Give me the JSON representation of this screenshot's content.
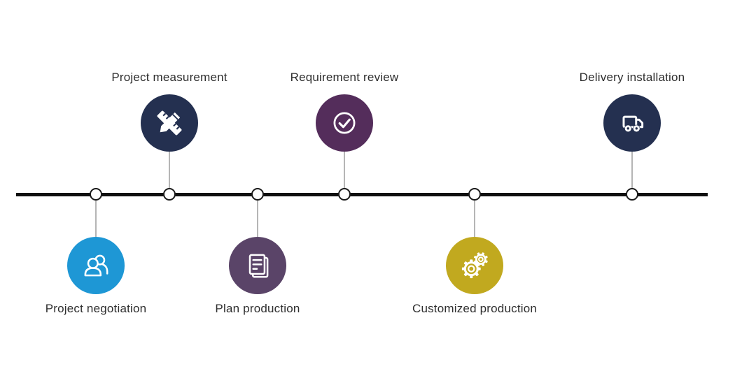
{
  "diagram": {
    "type": "process-timeline",
    "background": "#ffffff",
    "line_color": "#0f0f0f",
    "node_fill": "#ffffff",
    "node_border": "#1a1a1a",
    "connector_color": "#6b6b6b",
    "label_color": "#2e2e2e"
  },
  "steps": [
    {
      "label": "Project negotiation",
      "icon": "people-icon",
      "color": "#1e97d5",
      "position": "below"
    },
    {
      "label": "Project measurement",
      "icon": "ruler-pencil-icon",
      "color": "#243050",
      "position": "above"
    },
    {
      "label": "Plan production",
      "icon": "document-icon",
      "color": "#5a4468",
      "position": "below"
    },
    {
      "label": "Requirement review",
      "icon": "check-circle-icon",
      "color": "#542d5b",
      "position": "above"
    },
    {
      "label": "Customized production",
      "icon": "gears-icon",
      "color": "#c1a91f",
      "position": "below"
    },
    {
      "label": "Delivery installation",
      "icon": "truck-icon",
      "color": "#243050",
      "position": "above"
    }
  ]
}
